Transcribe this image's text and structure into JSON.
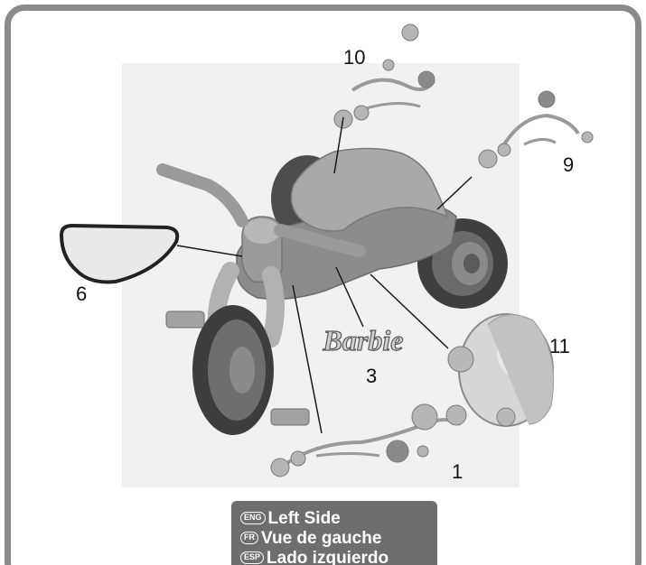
{
  "callouts": {
    "c1": "1",
    "c3": "3",
    "c6": "6",
    "c9": "9",
    "c10": "10",
    "c11": "11"
  },
  "brand_label": "Barbie",
  "legend": [
    {
      "code": "ENG",
      "text": "Left Side"
    },
    {
      "code": "FR",
      "text": "Vue de gauche"
    },
    {
      "code": "ESP",
      "text": "Lado izquierdo"
    }
  ],
  "colors": {
    "frame": "#8a8a8a",
    "legend_bg": "#6e6e6e",
    "trike_body": "#8f8f8f",
    "tire": "#4a4a4a"
  }
}
